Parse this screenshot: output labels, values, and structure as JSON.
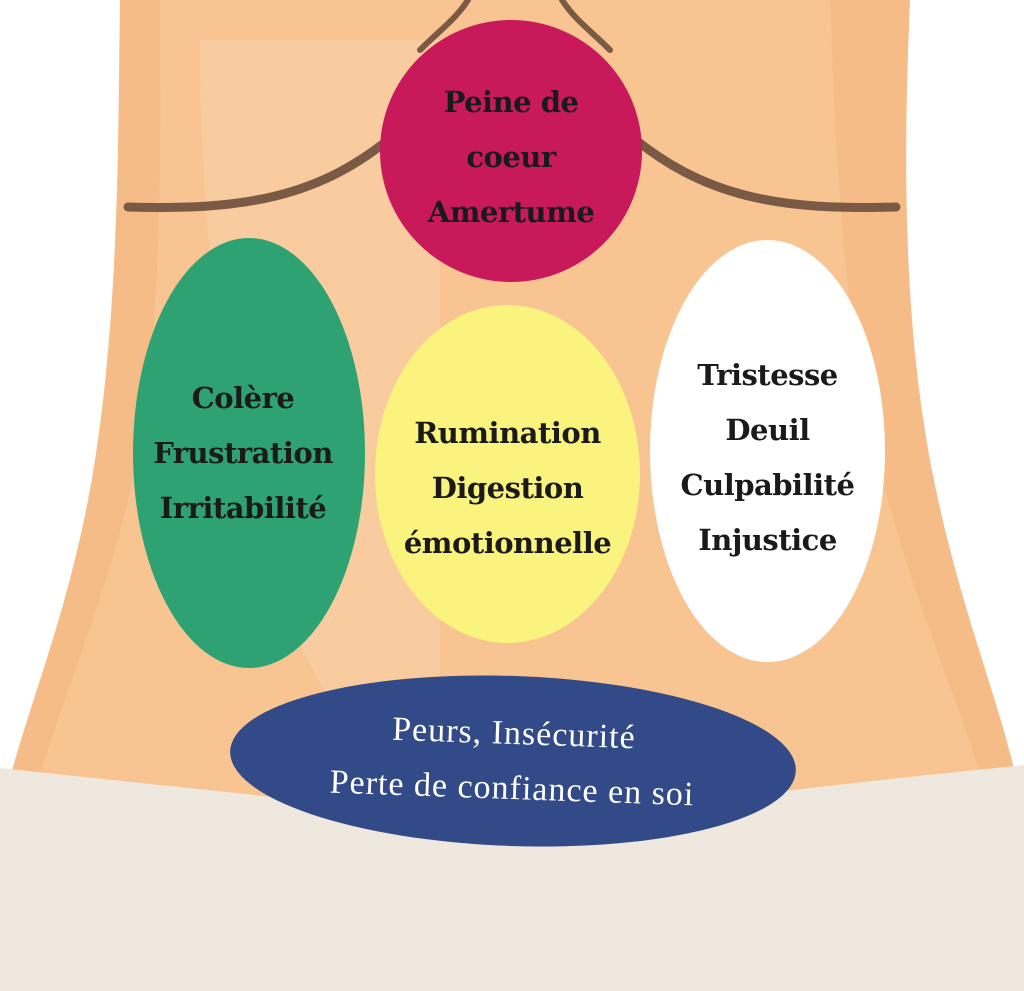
{
  "colors": {
    "skin_outer": "#f6bc87",
    "skin_mid": "#f8c592",
    "skin_inner": "#f9cc9f",
    "outline": "#7b5a45",
    "underwear": "#efe8de",
    "chest": "#c8195a",
    "liver": "#2ea273",
    "stomach": "#faf47e",
    "lungs": "#ffffff",
    "lower": "#334a88"
  },
  "zones": {
    "chest": {
      "text": "Peine de\ncoeur\nAmertume",
      "text_color": "#1a1a1a"
    },
    "liver": {
      "text": "Colère\nFrustration\nIrritabilité",
      "text_color": "#1a1a1a"
    },
    "stomach": {
      "text": "Rumination\nDigestion\némotionnelle",
      "text_color": "#1a1a1a"
    },
    "lungs": {
      "text": "Tristesse\nDeuil\nCulpabilité\nInjustice",
      "text_color": "#1a1a1a"
    },
    "lower": {
      "text": "Peurs, Insécurité\nPerte de confiance en soi",
      "text_color": "#ffffff"
    }
  }
}
